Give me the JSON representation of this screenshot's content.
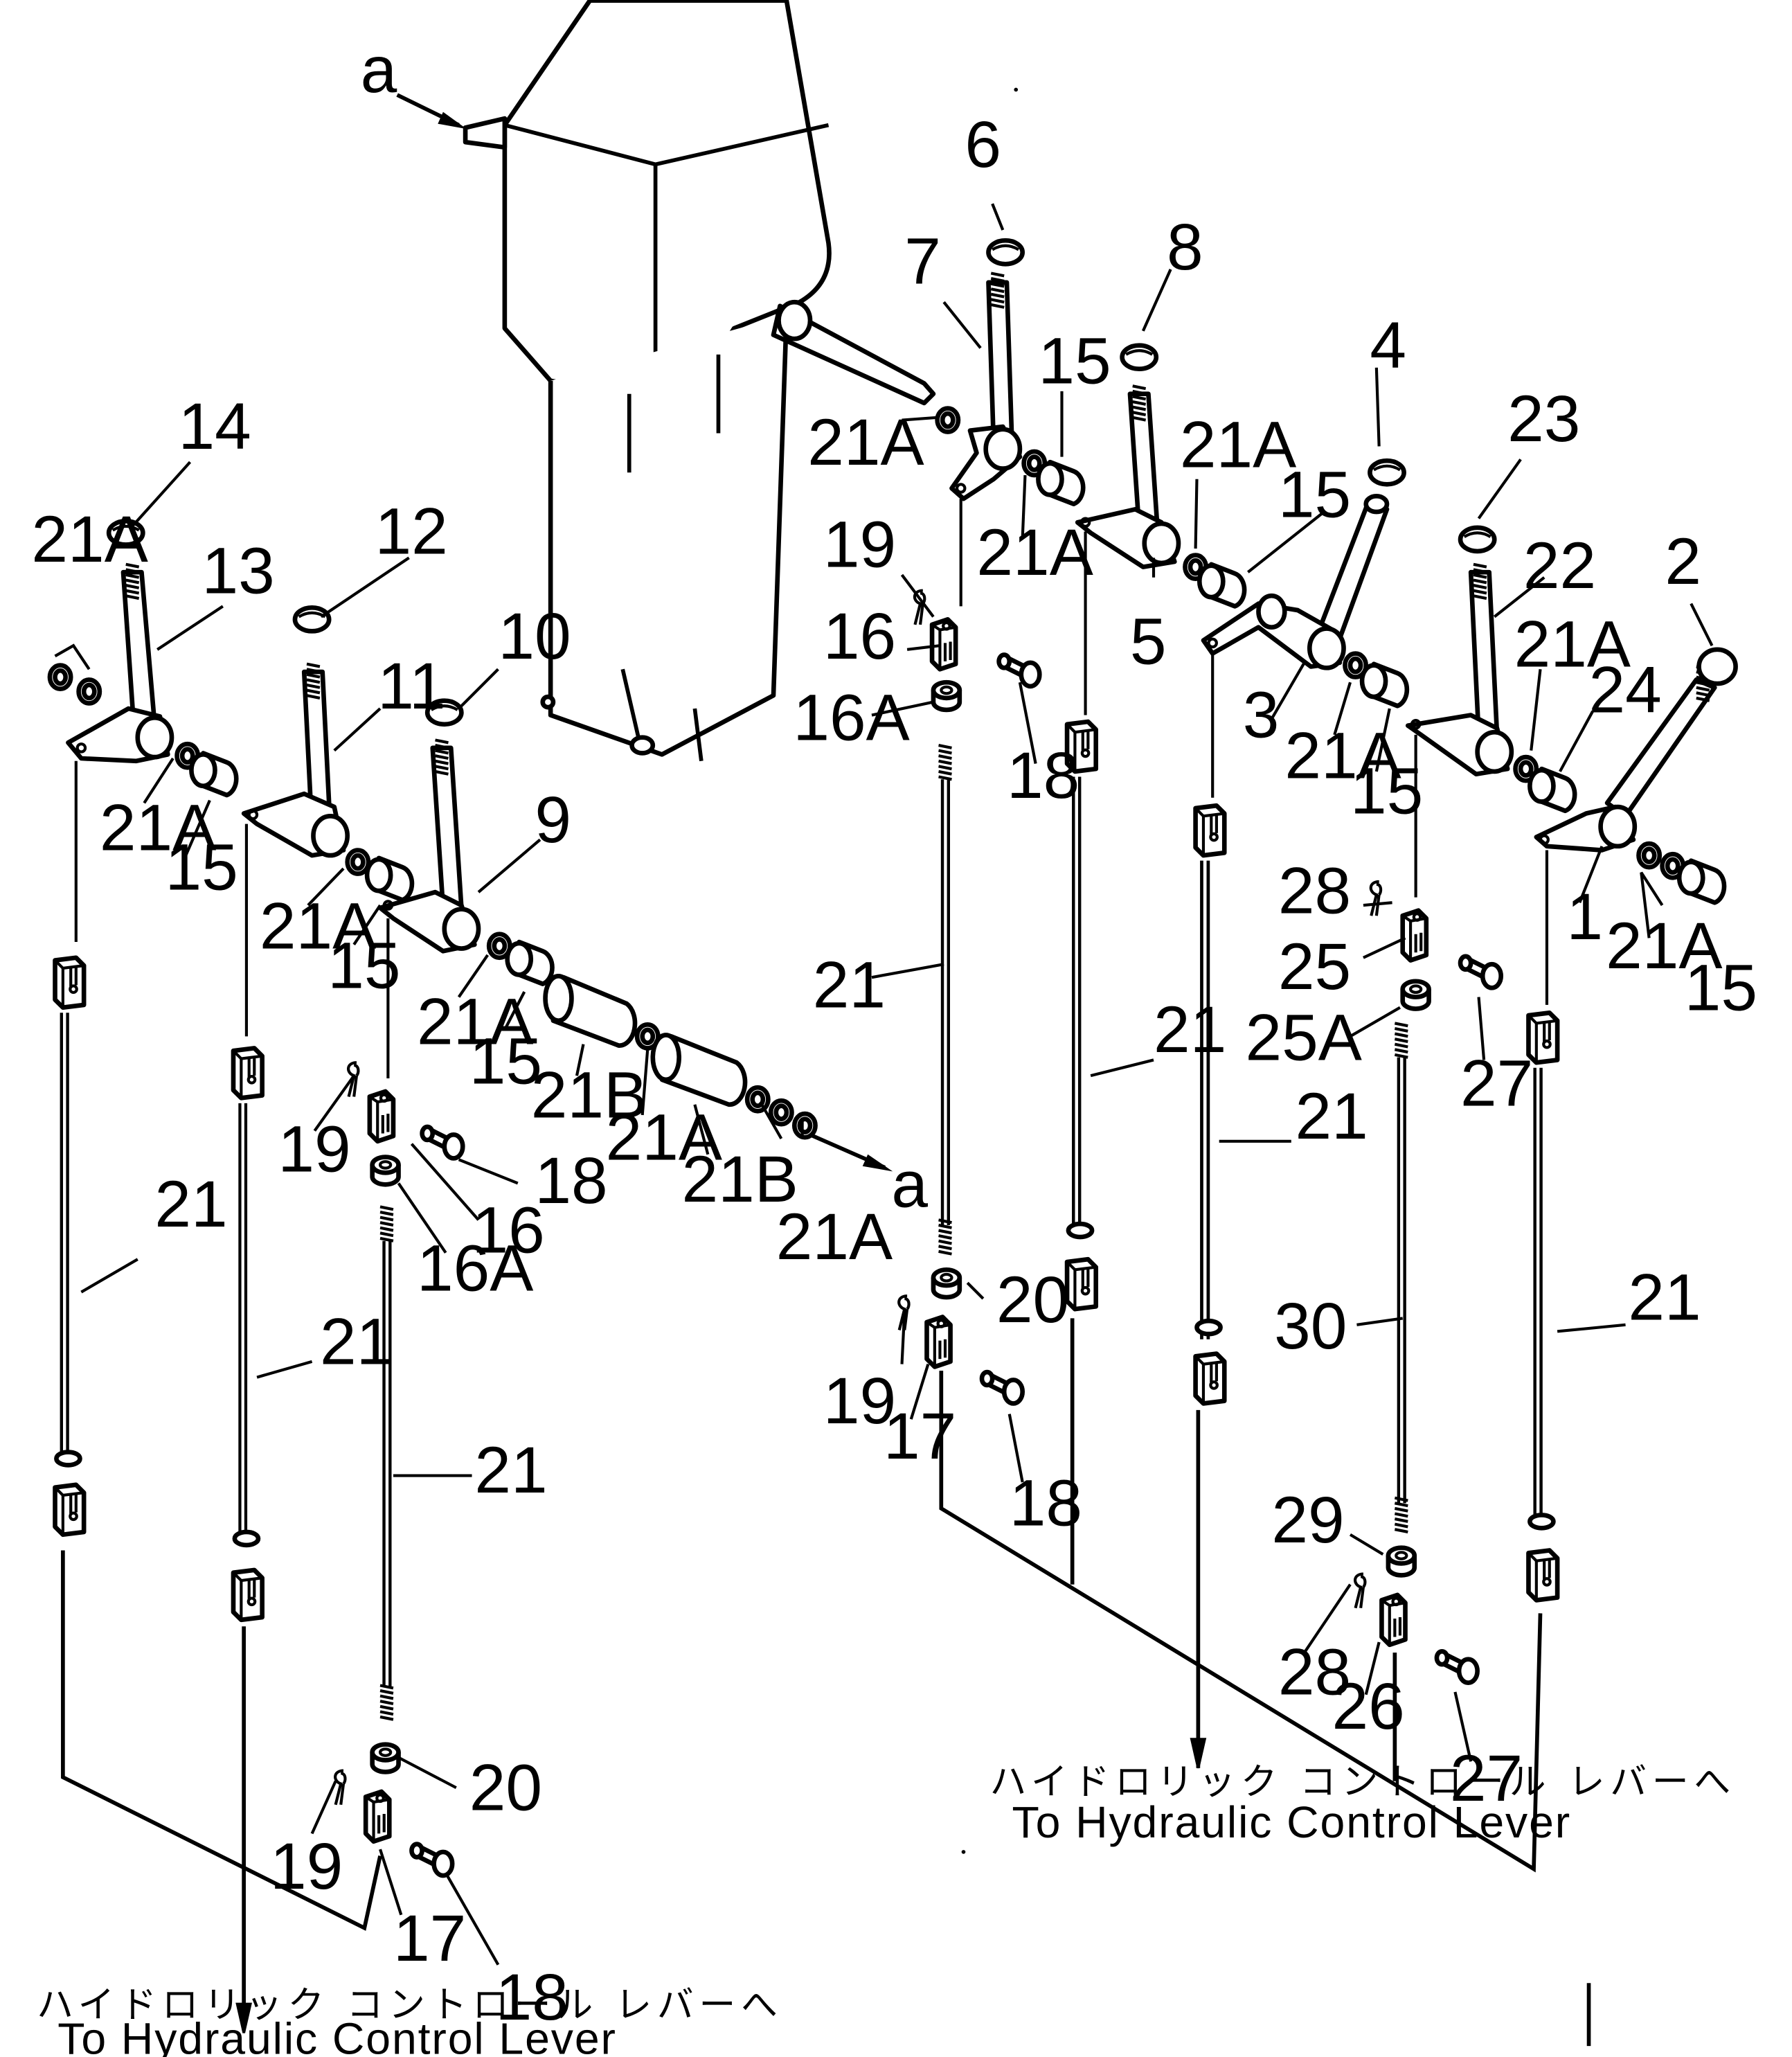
{
  "diagram": {
    "callouts": {
      "c1": "1",
      "c2": "2",
      "c3": "3",
      "c4": "4",
      "c5": "5",
      "c6": "6",
      "c7": "7",
      "c8": "8",
      "c9": "9",
      "c10": "10",
      "c11": "11",
      "c12": "12",
      "c13": "13",
      "c14": "14",
      "c15": "15",
      "c16": "16",
      "c16A": "16A",
      "c17": "17",
      "c18": "18",
      "c19": "19",
      "c20": "20",
      "c21": "21",
      "c21A": "21A",
      "c21B": "21B",
      "c22": "22",
      "c23": "23",
      "c24": "24",
      "c25": "25",
      "c25A": "25A",
      "c26": "26",
      "c27": "27",
      "c28": "28",
      "c29": "29",
      "c30": "30",
      "ca": "a"
    },
    "note_left": {
      "japanese": "ハイドロリック コントロール レバーへ",
      "english": "To Hydraulic Control Lever"
    },
    "note_right": {
      "japanese": "ハイドロリック コントロール レバーへ",
      "english": "To Hydraulic Control Lever"
    }
  }
}
